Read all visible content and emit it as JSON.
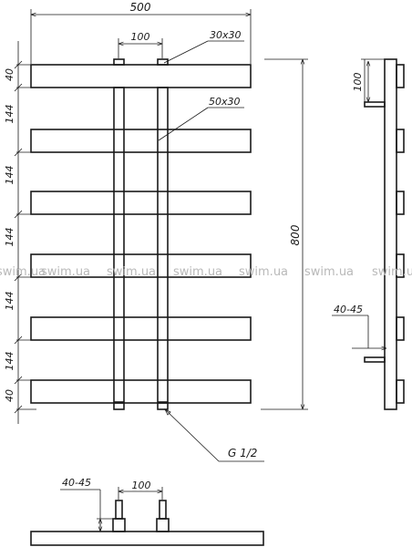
{
  "watermark": "swim.ua",
  "front_view": {
    "width_label": "500",
    "pipe_spacing_label": "100",
    "pipe_profile_label": "30x30",
    "bar_profile_label": "50x30",
    "height_label": "800",
    "gap_labels": [
      "40",
      "144",
      "144",
      "144",
      "144",
      "144",
      "40"
    ],
    "thread_label": "G 1/2"
  },
  "side_view": {
    "bracket_label": "100",
    "offset_label": "40-45"
  },
  "bottom_view": {
    "offset_label": "40-45",
    "pipe_spacing_label": "100"
  }
}
